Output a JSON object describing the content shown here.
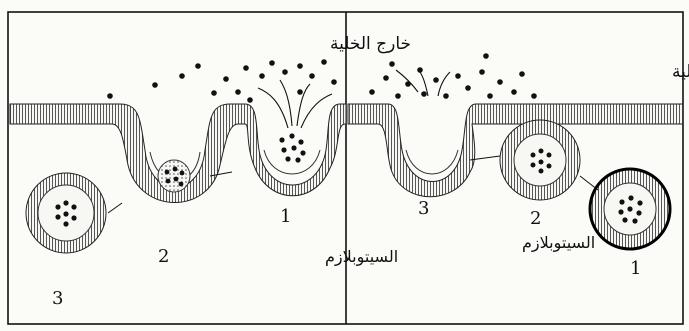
{
  "left_panel": {
    "outside_label": "خارج الخلية",
    "cytoplasm_label": "السيتوبلازم",
    "stage_labels": [
      "1",
      "2",
      "3"
    ]
  },
  "right_panel": {
    "outside_label": "خارج الخلية",
    "cytoplasm_label": "السيتوبلازم",
    "stage_labels": [
      "1",
      "2",
      "3"
    ]
  }
}
